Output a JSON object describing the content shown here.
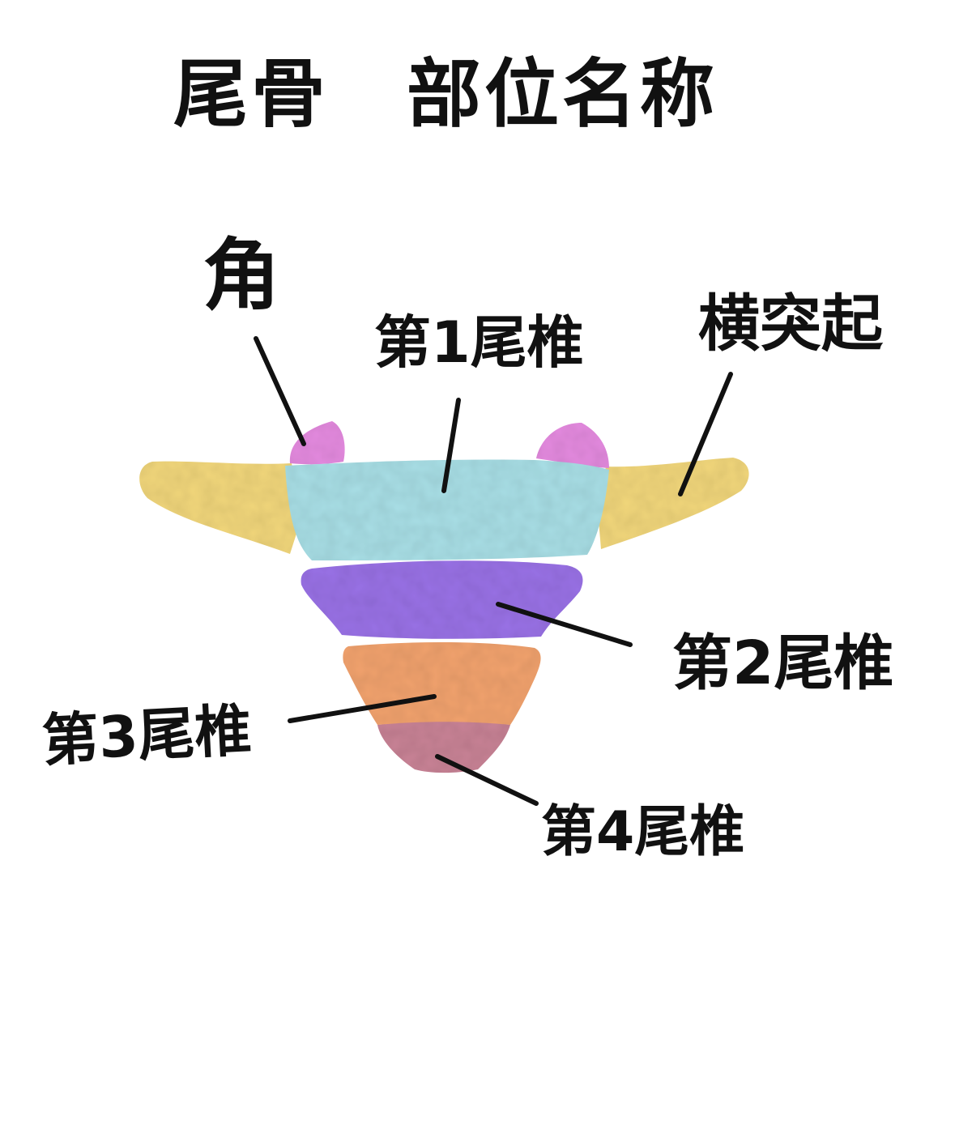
{
  "title": "尾骨　部位名称",
  "labels": {
    "horn": "角",
    "first_vertebra": "第1尾椎",
    "transverse_process": "横突起",
    "second_vertebra": "第2尾椎",
    "third_vertebra": "第3尾椎",
    "fourth_vertebra": "第4尾椎"
  },
  "colors": {
    "background": "#ffffff",
    "text": "#111111",
    "horn": "#e58be0",
    "first_vertebra": "#a9dfe6",
    "transverse_process": "#f2d77c",
    "second_vertebra": "#9a72e6",
    "third_vertebra": "#f2a36e",
    "fourth_vertebra": "#c98396"
  }
}
